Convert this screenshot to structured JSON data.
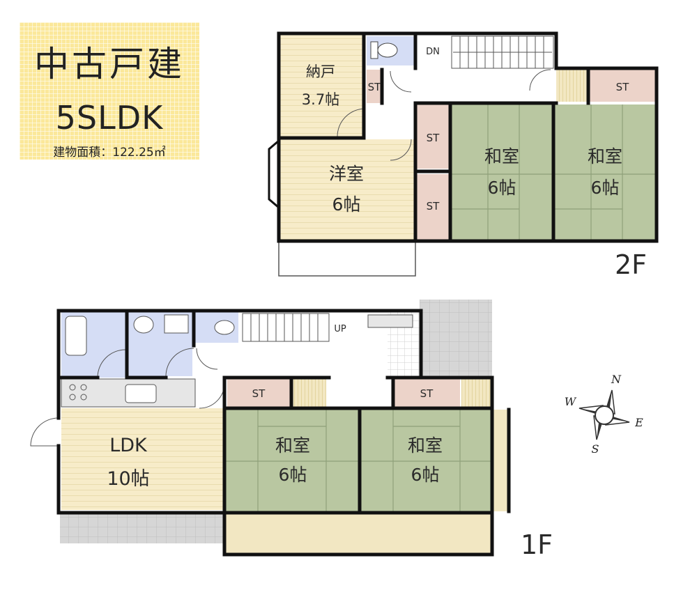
{
  "badge": {
    "title": "中古戸建",
    "layout": "5SLDK",
    "area": "建物面積：122.25㎡"
  },
  "colors": {
    "badge_bg": "#fbe89a",
    "wood_floor": "#f7ecc9",
    "tatami": "#b9c7a1",
    "storage": "#ecd3c9",
    "water": "#d5ddf5",
    "wall": "#111111"
  },
  "floor2": {
    "label": "2F",
    "rooms": {
      "nando": "納戸",
      "nando_size": "3.7帖",
      "youshitsu": "洋室",
      "youshitsu_size": "6帖",
      "washitsu_a": "和室",
      "washitsu_a_size": "6帖",
      "washitsu_b": "和室",
      "washitsu_b_size": "6帖"
    },
    "storage": {
      "st1": "ST",
      "st2": "ST",
      "st3": "ST",
      "st4": "ST"
    },
    "stairs": "DN"
  },
  "floor1": {
    "label": "1F",
    "rooms": {
      "ldk": "LDK",
      "ldk_size": "10帖",
      "washitsu_a": "和室",
      "washitsu_a_size": "6帖",
      "washitsu_b": "和室",
      "washitsu_b_size": "6帖"
    },
    "storage": {
      "st1": "ST",
      "st2": "ST"
    },
    "stairs": "UP"
  },
  "compass": {
    "n": "N",
    "e": "E",
    "s": "S",
    "w": "W"
  }
}
